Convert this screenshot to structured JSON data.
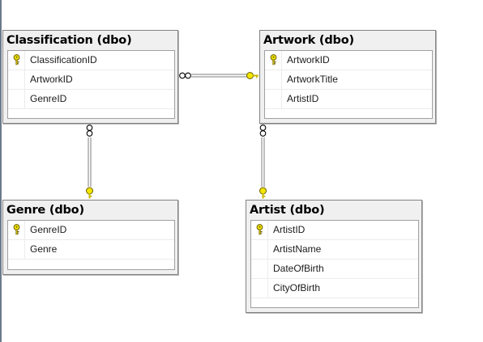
{
  "diagram": {
    "tables": [
      {
        "id": "classification",
        "title": "Classification (dbo)",
        "columns": [
          {
            "name": "ClassificationID",
            "primary_key": true
          },
          {
            "name": "ArtworkID",
            "primary_key": false
          },
          {
            "name": "GenreID",
            "primary_key": false
          }
        ]
      },
      {
        "id": "artwork",
        "title": "Artwork (dbo)",
        "columns": [
          {
            "name": "ArtworkID",
            "primary_key": true
          },
          {
            "name": "ArtworkTitle",
            "primary_key": false
          },
          {
            "name": "ArtistID",
            "primary_key": false
          }
        ]
      },
      {
        "id": "genre",
        "title": "Genre (dbo)",
        "columns": [
          {
            "name": "GenreID",
            "primary_key": true
          },
          {
            "name": "Genre",
            "primary_key": false
          }
        ]
      },
      {
        "id": "artist",
        "title": "Artist (dbo)",
        "columns": [
          {
            "name": "ArtistID",
            "primary_key": true
          },
          {
            "name": "ArtistName",
            "primary_key": false
          },
          {
            "name": "DateOfBirth",
            "primary_key": false
          },
          {
            "name": "CityOfBirth",
            "primary_key": false
          }
        ]
      }
    ],
    "relationships": [
      {
        "many": "classification",
        "one": "artwork"
      },
      {
        "many": "classification",
        "one": "genre"
      },
      {
        "many": "artwork",
        "one": "artist"
      }
    ],
    "colors": {
      "key_fill": "#f2e600",
      "key_outline": "#6b5e00",
      "connector": "#7f7f7f",
      "table_header_bg": "#f0f0f0"
    }
  }
}
